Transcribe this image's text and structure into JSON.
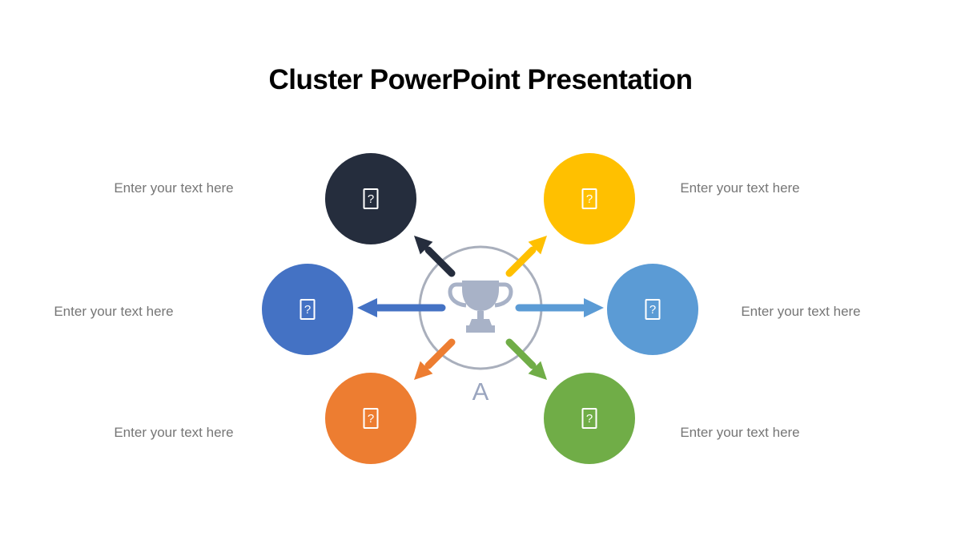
{
  "slide": {
    "title": "Cluster PowerPoint Presentation",
    "background_color": "#ffffff",
    "title_color": "#000000"
  },
  "center": {
    "icon": "trophy-icon",
    "caption": "A",
    "ring_color": "#a9afbc",
    "trophy_color": "#a8b2c7",
    "caption_color": "#9aa5bf"
  },
  "icons": {
    "center": "trophy-icon",
    "cluster_glyph": "missing-glyph-icon"
  },
  "placeholder_glyph": "?",
  "glyph_color": "#ffffff",
  "label_color": "#767676",
  "clusters": [
    {
      "id": "top-left",
      "label": "Enter your text here",
      "color": "#252d3d"
    },
    {
      "id": "top-right",
      "label": "Enter your text here",
      "color": "#ffc000"
    },
    {
      "id": "middle-left",
      "label": "Enter your text here",
      "color": "#4472c4"
    },
    {
      "id": "middle-right",
      "label": "Enter your text here",
      "color": "#5b9bd5"
    },
    {
      "id": "bottom-left",
      "label": "Enter your text here",
      "color": "#ed7d31"
    },
    {
      "id": "bottom-right",
      "label": "Enter your text here",
      "color": "#70ad47"
    }
  ]
}
